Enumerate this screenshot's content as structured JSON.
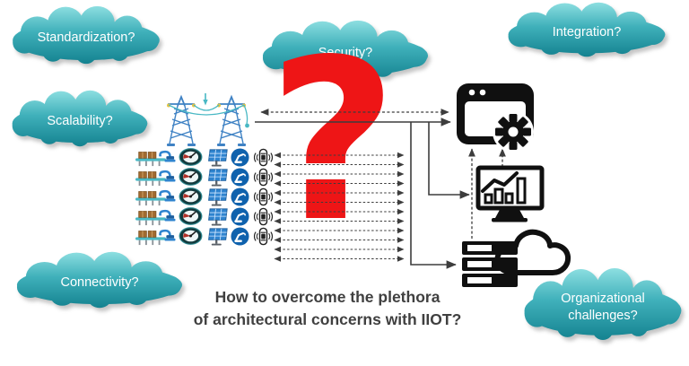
{
  "clouds": {
    "standardization": "Standardization?",
    "security": "Security?",
    "integration": "Integration?",
    "scalability": "Scalability?",
    "connectivity": "Connectivity?",
    "organizational": "Organizational challenges?"
  },
  "diagram": {
    "question_mark": "?",
    "caption_line1": "How to overcome the plethora",
    "caption_line2": "of architectural concerns with IIOT?"
  },
  "devices": {
    "rows": 5,
    "types": [
      "conveyor-robot",
      "gauge",
      "solar-panel",
      "globe-robot-arm",
      "connected-car"
    ]
  },
  "left_icons": [
    "transmission-towers-icon"
  ],
  "right_icons": [
    "web-app-gear-icon",
    "analytics-dashboard-icon",
    "server-cloud-icon"
  ],
  "colors": {
    "cloud_top": "#8fe0e2",
    "cloud_mid": "#3fb0ba",
    "cloud_bottom": "#13818f",
    "question_red": "#ee1516",
    "line_gray": "#3d3d3d",
    "caption_gray": "#404040",
    "tower_blue": "#3f82c4",
    "accent_teal": "#49b8c4"
  }
}
